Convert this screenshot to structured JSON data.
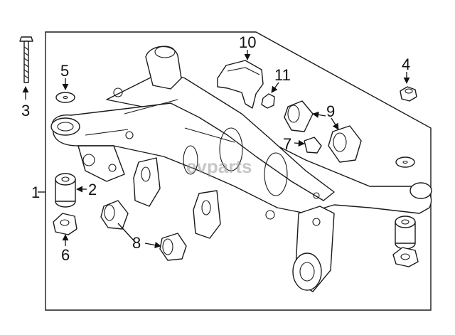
{
  "diagram": {
    "watermark": "evparts",
    "callouts": {
      "c1": "1",
      "c2": "2",
      "c3": "3",
      "c4": "4",
      "c5": "5",
      "c6": "6",
      "c7": "7",
      "c8": "8",
      "c9": "9",
      "c10": "10",
      "c11": "11"
    }
  }
}
